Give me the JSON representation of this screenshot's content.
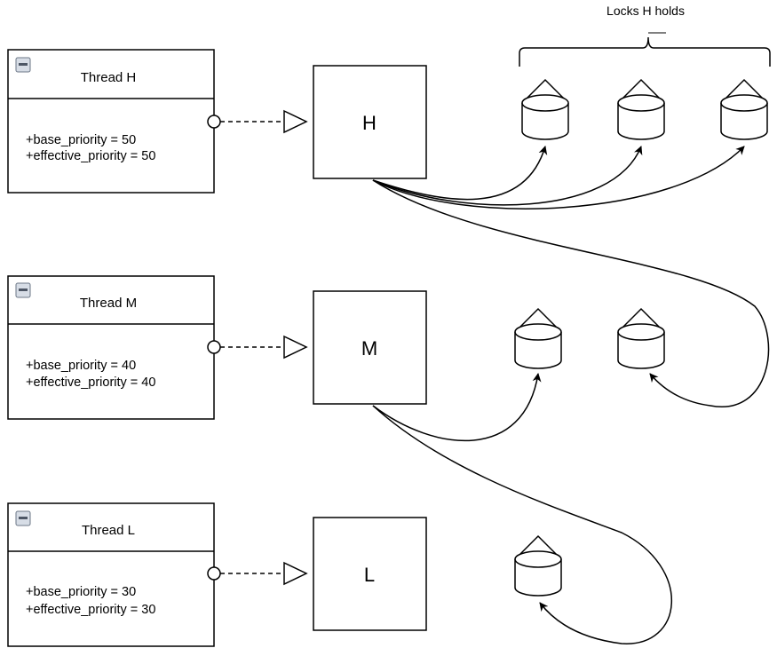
{
  "caption": "Locks H holds",
  "threads": [
    {
      "title": "Thread H",
      "base_priority": "+base_priority = 50",
      "effective_priority": "+effective_priority = 50",
      "node": "H"
    },
    {
      "title": "Thread M",
      "base_priority": "+base_priority = 40",
      "effective_priority": "+effective_priority = 40",
      "node": "M"
    },
    {
      "title": "Thread L",
      "base_priority": "+base_priority = 30",
      "effective_priority": "+effective_priority = 30",
      "node": "L"
    }
  ],
  "collapse_icon": "minus-square-icon",
  "lock_icon": "cylinder-lock-icon"
}
